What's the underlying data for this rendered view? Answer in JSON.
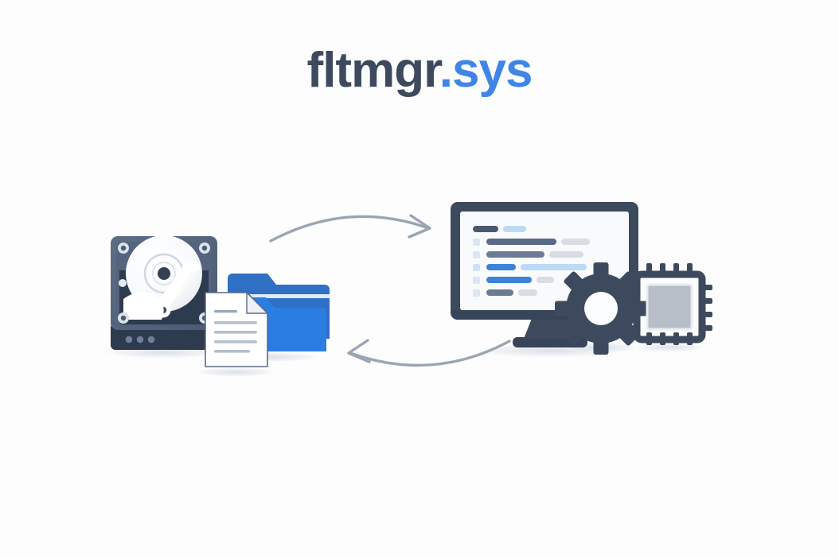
{
  "page": {
    "background_color": "#fdfdfd",
    "title_base": "fltmgr",
    "title_extension": ".sys",
    "title_base_color": "#3d4a5e",
    "title_extension_color": "#3f85e8"
  },
  "palette": {
    "slate_dark": "#3d4a5e",
    "slate_darker": "#323e50",
    "slate_mid": "#5b6b85",
    "slate_light": "#8e9cb2",
    "arrow_gray": "#9aa5b4",
    "blue_folder_front": "#2a7de1",
    "blue_folder_back": "#2f6fc4",
    "blue_accent": "#3b82d8",
    "blue_pale": "#bcd9f5",
    "gray_pale": "#d8dde4",
    "paper_white": "#ffffff",
    "screen_bg": "#f8fafc",
    "chip_inner": "#b8bec7",
    "shadow": "#e7ebf0"
  },
  "illustration": {
    "name": "file-system-filter-manager-diagram",
    "description": "Flat illustration showing a hard disk drive, folder and document on the left connected by two curved arrows to a desktop monitor displaying code, with a gear and CPU chip overlay on the right",
    "objects": [
      {
        "id": "hard-drive",
        "label": "Hard disk drive",
        "parts": [
          "chassis",
          "platter",
          "spindle",
          "actuator-arm",
          "corner-screws",
          "connector-dots",
          "bottom-band"
        ]
      },
      {
        "id": "folder",
        "label": "File folder",
        "parts": [
          "back-flap",
          "front-panel",
          "tab"
        ]
      },
      {
        "id": "document",
        "label": "Document file",
        "parts": [
          "page",
          "folded-corner",
          "text-lines"
        ],
        "text_line_count": 5
      },
      {
        "id": "monitor",
        "label": "Desktop monitor with code editor",
        "parts": [
          "bezel",
          "screen",
          "neck",
          "base"
        ]
      },
      {
        "id": "gear",
        "label": "Settings gear",
        "teeth": 8
      },
      {
        "id": "cpu-chip",
        "label": "CPU microchip",
        "pins_per_side": 4
      },
      {
        "id": "arrow-top",
        "label": "Arrow pointing from storage to system",
        "direction": "right"
      },
      {
        "id": "arrow-bottom",
        "label": "Arrow pointing from system back to storage",
        "direction": "left"
      }
    ]
  },
  "screen_code_lines": [
    {
      "row": 1,
      "gutter": false,
      "segments": [
        {
          "w": 44,
          "color": "#4a5870"
        },
        {
          "w": 38,
          "color": "#bcd9f5"
        }
      ]
    },
    {
      "row": 2,
      "gutter": true,
      "segments": [
        {
          "w": 148,
          "color": "#5b6b85"
        },
        {
          "w": 62,
          "color": "#d8dde4"
        }
      ]
    },
    {
      "row": 3,
      "gutter": true,
      "segments": [
        {
          "w": 120,
          "color": "#6c7b92"
        },
        {
          "w": 74,
          "color": "#d8dde4"
        }
      ]
    },
    {
      "row": 4,
      "gutter": true,
      "segments": [
        {
          "w": 62,
          "color": "#3b82d8"
        },
        {
          "w": 138,
          "color": "#bcd9f5"
        }
      ]
    },
    {
      "row": 5,
      "gutter": true,
      "segments": [
        {
          "w": 96,
          "color": "#3b82d8"
        },
        {
          "w": 32,
          "color": "#d8dde4"
        }
      ]
    },
    {
      "row": 6,
      "gutter": true,
      "segments": [
        {
          "w": 56,
          "color": "#6c7b92"
        },
        {
          "w": 38,
          "color": "#d8dde4"
        }
      ]
    }
  ]
}
